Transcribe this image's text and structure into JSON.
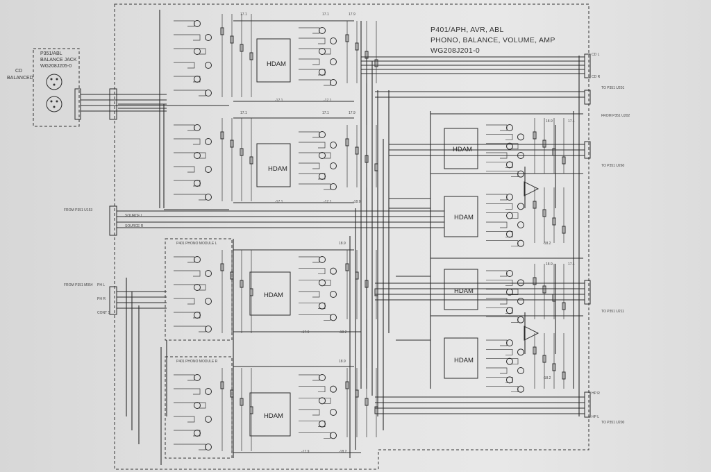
{
  "title": {
    "line1": "P401/APH, AVR, ABL",
    "line2": "PHONO, BALANCE, VOLUME, AMP",
    "line3": "WG208J201-0"
  },
  "jack": {
    "line1": "P351/ABL",
    "line2": "BALANCE JACK",
    "line3": "WG208J205-0"
  },
  "cd_balanced": {
    "line1": "CD",
    "line2": "BALANCED"
  },
  "module_l": "P401 PHONO MODULE L",
  "module_r": "P401 PHONO MODULE R",
  "hdam": "HDAM",
  "signals": {
    "from_p351_u153": "FROM P351 U153",
    "from_p351_m054": "FROM P351 M054",
    "source_l": "SOURCE L",
    "source_r": "SOURCE R",
    "from_p351_u202": "FROM P351 U202",
    "to_p351_u201": "TO P351 U201",
    "to_p351_u260": "TO P351 U260",
    "to_p351_u211": "TO P351 U211",
    "to_p351_u200": "TO P351 U200",
    "cd_l": "CD L",
    "cd_r": "CD R",
    "ph_l": "PH L",
    "ph_r": "PH R",
    "cont_s": "CONT S",
    "hp_r": "HP R",
    "hp_l": "HP L"
  },
  "rails": {
    "p171": "17.1",
    "m171": "-17.1",
    "p189": "18.9",
    "m189": "-18.9",
    "p179": "17.9",
    "m179": "-17.9",
    "p182": "18.2",
    "m182": "-18.2"
  }
}
